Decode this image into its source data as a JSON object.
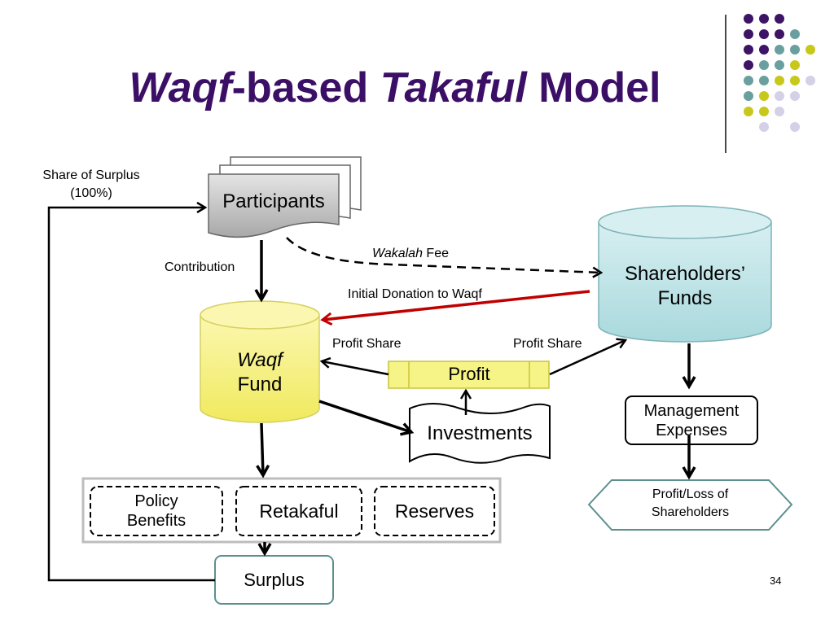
{
  "slide": {
    "title_part1": "Waqf",
    "title_part2": "-based ",
    "title_part3": "Takaful",
    "title_part4": " Model",
    "page_number": "34"
  },
  "colors": {
    "title": "#3b0f66",
    "dot_purple": "#3d1466",
    "dot_teal": "#6a9fa0",
    "dot_lime": "#c8c81c",
    "dot_lavender": "#d4d0e8",
    "waqf_fund_fill": "#f4f07a",
    "shareholders_fill": "#bfe3e6",
    "participants_fill": "#c8c8c8",
    "profit_fill": "#f6f487",
    "surplus_border": "#5d8f8f",
    "shareholders_border": "#7fb3b8",
    "red_arrow": "#c00000"
  },
  "nodes": {
    "participants": "Participants",
    "shareholders_line1": "Shareholders’",
    "shareholders_line2": "Funds",
    "waqf_line1": "Waqf",
    "waqf_line2": "Fund",
    "profit": "Profit",
    "investments": "Investments",
    "management_line1": "Management",
    "management_line2": "Expenses",
    "profit_loss_line1": "Profit/Loss of",
    "profit_loss_line2": "Shareholders",
    "policy_line1": "Policy",
    "policy_line2": "Benefits",
    "retakaful": "Retakaful",
    "reserves": "Reserves",
    "surplus": "Surplus"
  },
  "edge_labels": {
    "share_of_surplus_line1": "Share of Surplus",
    "share_of_surplus_line2": "(100%)",
    "contribution": "Contribution",
    "wakalah_italic": "Wakalah",
    "wakalah_rest": " Fee",
    "initial_donation": "Initial Donation to Waqf",
    "profit_share_left": "Profit Share",
    "profit_share_right": "Profit Share"
  }
}
